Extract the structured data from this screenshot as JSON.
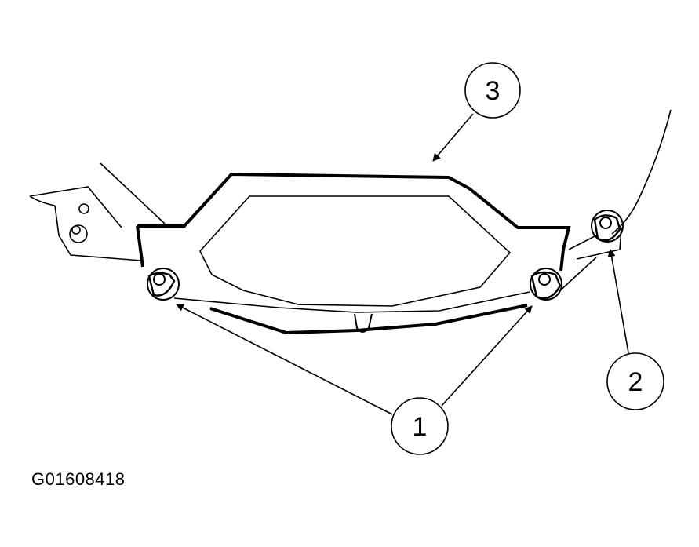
{
  "callouts": {
    "one": "1",
    "two": "2",
    "three": "3"
  },
  "figure_code": "G01608418",
  "colors": {
    "ink": "#000000",
    "paper": "#ffffff"
  }
}
